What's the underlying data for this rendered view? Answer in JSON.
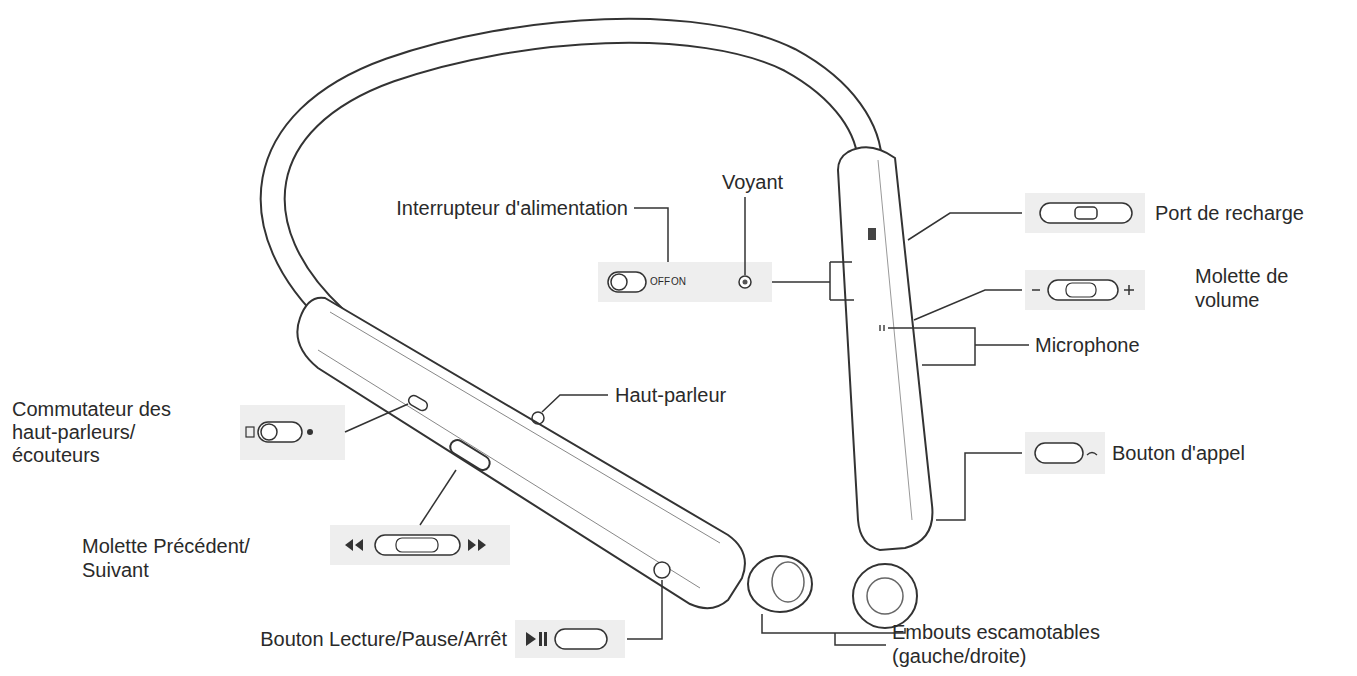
{
  "diagram": {
    "labels": [
      "Interrupteur d'alimentation",
      "Voyant",
      "OFF",
      "ON",
      "Port de recharge",
      "Molette de volume",
      "Microphone",
      "Haut-parleur",
      "Commutateur des haut-parleurs/ écouteurs",
      "Bouton d'appel",
      "Molette Précédent/ Suivant",
      "Bouton Lecture/Pause/Arrêt",
      "Embouts escamotables (gauche/droite)"
    ]
  }
}
